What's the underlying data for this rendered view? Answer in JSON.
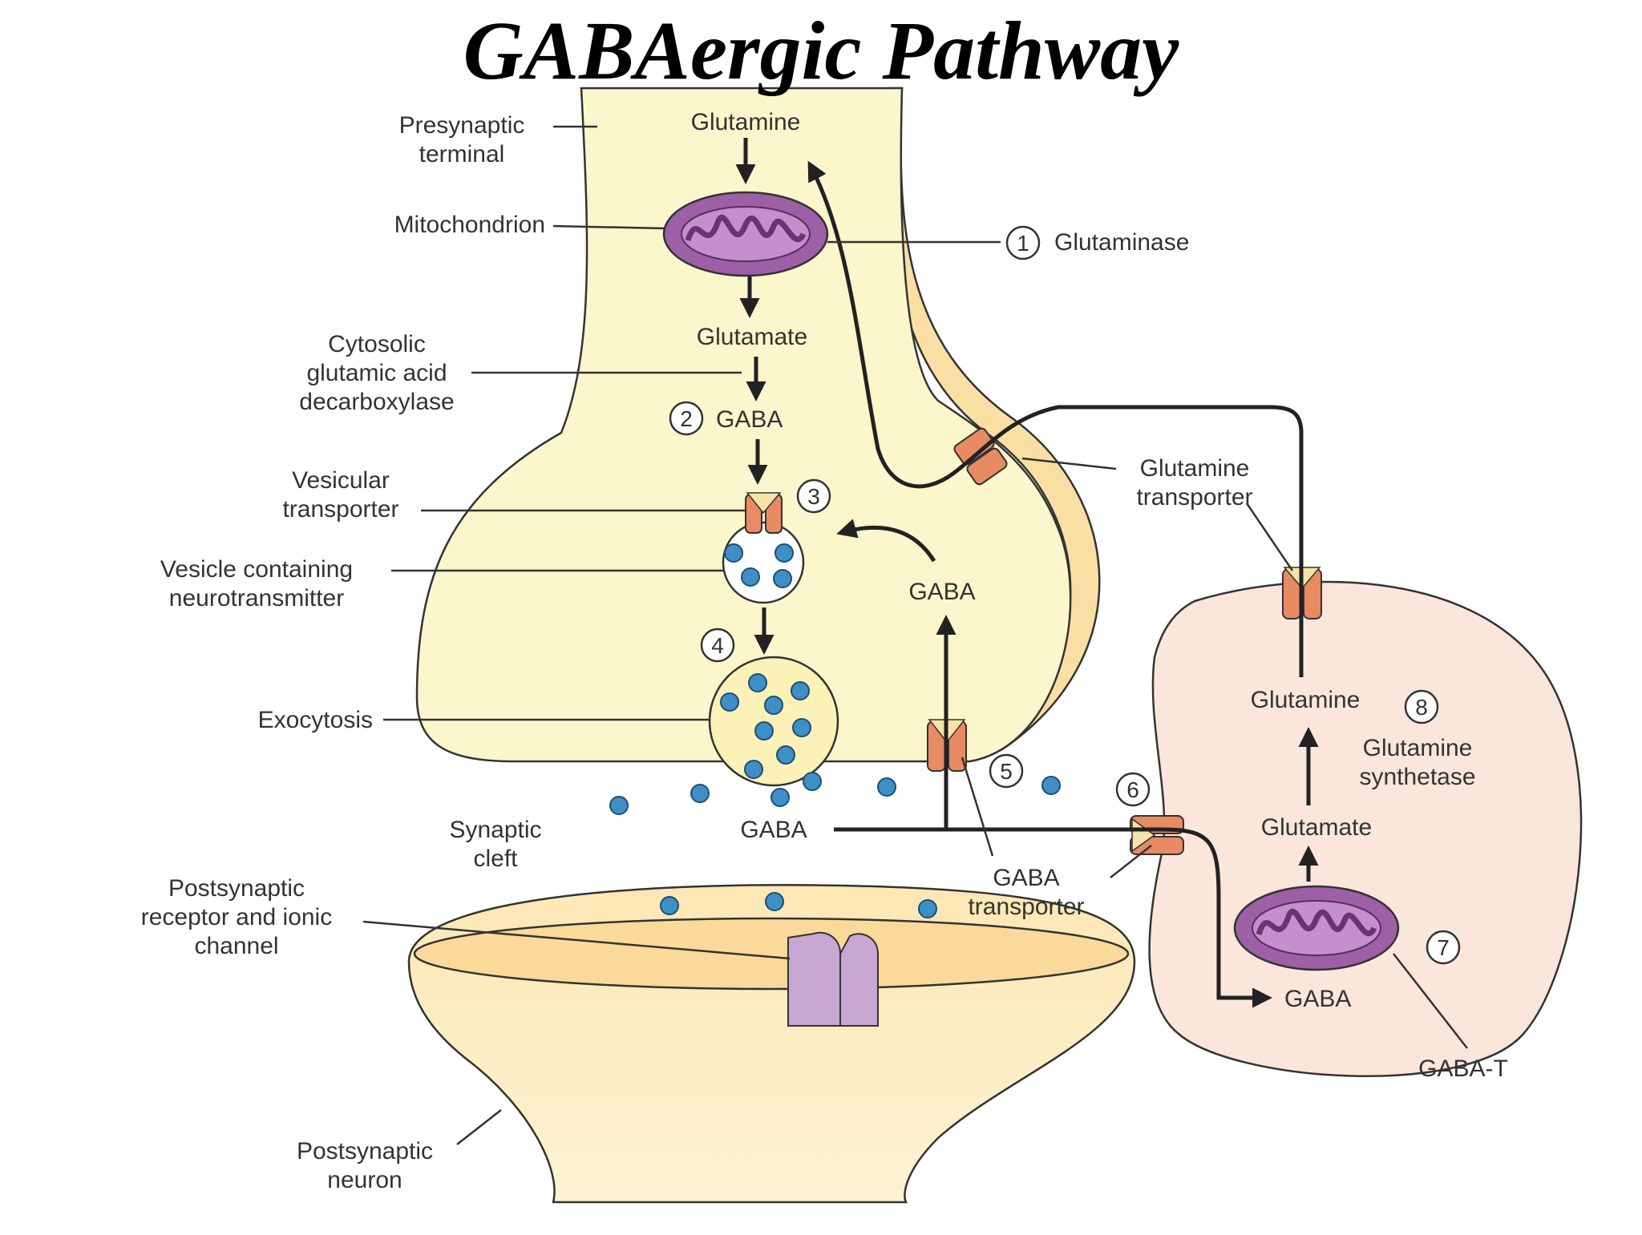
{
  "title": "GABAergic Pathway",
  "colors": {
    "presynaptic_fill": "#fcf6cc",
    "astrocyte_fill": "#fbe6dc",
    "postsynaptic_fill": "#fbe2a6",
    "mitochondrion": "#9d5fa5",
    "transporter": "#e88a62",
    "vesicle_dot": "#3f8fc6",
    "receptor": "#c8a7d3",
    "glia_strip": "#f9dea0"
  },
  "labels": {
    "presynaptic_terminal": [
      "Presynaptic",
      "terminal"
    ],
    "glutamine_top": "Glutamine",
    "mitochondrion": "Mitochondrion",
    "glutaminase": "Glutaminase",
    "glutamate_top": "Glutamate",
    "gad": [
      "Cytosolic",
      "glutamic acid",
      "decarboxylase"
    ],
    "gaba_step2": "GABA",
    "vesicular_transporter": [
      "Vesicular",
      "transporter"
    ],
    "vesicle": [
      "Vesicle containing",
      "neurotransmitter"
    ],
    "exocytosis": "Exocytosis",
    "gaba_reuptake": "GABA",
    "glutamine_transporter": [
      "Glutamine",
      "transporter"
    ],
    "synaptic_cleft": [
      "Synaptic",
      "cleft"
    ],
    "gaba_cleft": "GABA",
    "gaba_transporter": [
      "GABA",
      "transporter"
    ],
    "postsynaptic_receptor": [
      "Postsynaptic",
      "receptor and ionic",
      "channel"
    ],
    "postsynaptic_neuron": [
      "Postsynaptic",
      "neuron"
    ],
    "glutamine_glia": "Glutamine",
    "glutamine_synthetase": [
      "Glutamine",
      "synthetase"
    ],
    "glutamate_glia": "Glutamate",
    "gaba_glia": "GABA",
    "gaba_t": "GABA-T"
  },
  "steps": [
    "1",
    "2",
    "3",
    "4",
    "5",
    "6",
    "7",
    "8"
  ]
}
